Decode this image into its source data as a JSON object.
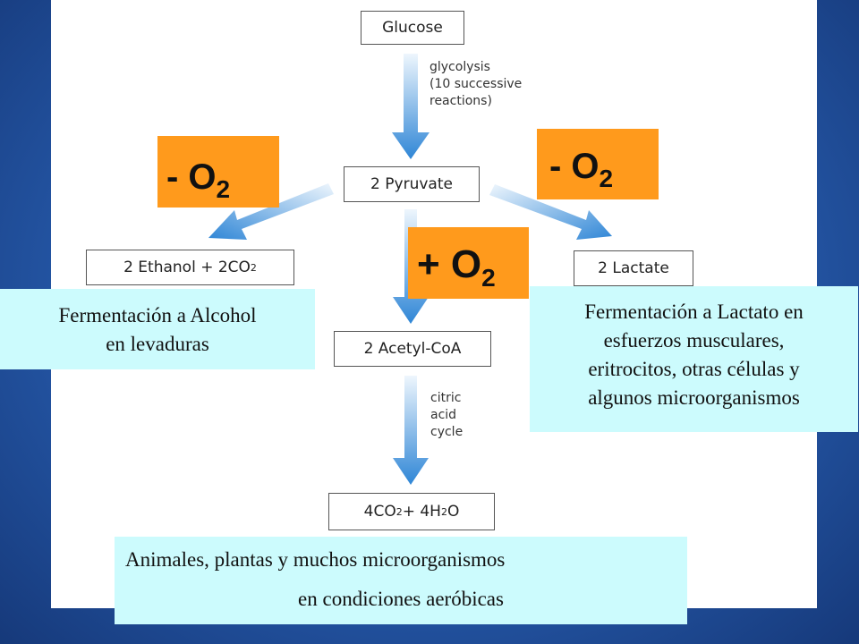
{
  "nodes": {
    "glucose": "Glucose",
    "pyruvate": "2 Pyruvate",
    "ethanol": "2 Ethanol + 2CO",
    "ethanol_sub": "2",
    "lactate": "2 Lactate",
    "acetyl": "2 Acetyl-CoA",
    "products": {
      "a": "4CO",
      "a_sub": "2",
      "b": " + 4H",
      "b_sub": "2",
      "c": "O"
    }
  },
  "steps": {
    "glycolysis": [
      "glycolysis",
      "(10 successive",
      "reactions)"
    ],
    "citric": [
      "citric",
      "acid",
      "cycle"
    ]
  },
  "oxygen_labels": {
    "left": {
      "text": "- O",
      "sub": "2"
    },
    "right": {
      "text": "- O",
      "sub": "2"
    },
    "center": {
      "text": "+ O",
      "sub": "2"
    }
  },
  "notes": {
    "alcohol": [
      "Fermentación a Alcohol",
      "en levaduras"
    ],
    "lactate": [
      "Fermentación a Lactato en",
      "esfuerzos musculares,",
      "eritrocitos, otras células y",
      "algunos microorganismos"
    ],
    "aerobic": [
      "Animales, plantas y muchos microorganismos",
      "en condiciones aeróbicas"
    ]
  },
  "colors": {
    "background": "#2558a8",
    "panel": "#ffffff",
    "arrow": "#3a8fdc",
    "oxygen_box": "#ff9a1c",
    "note_box": "#ccfbfd"
  }
}
